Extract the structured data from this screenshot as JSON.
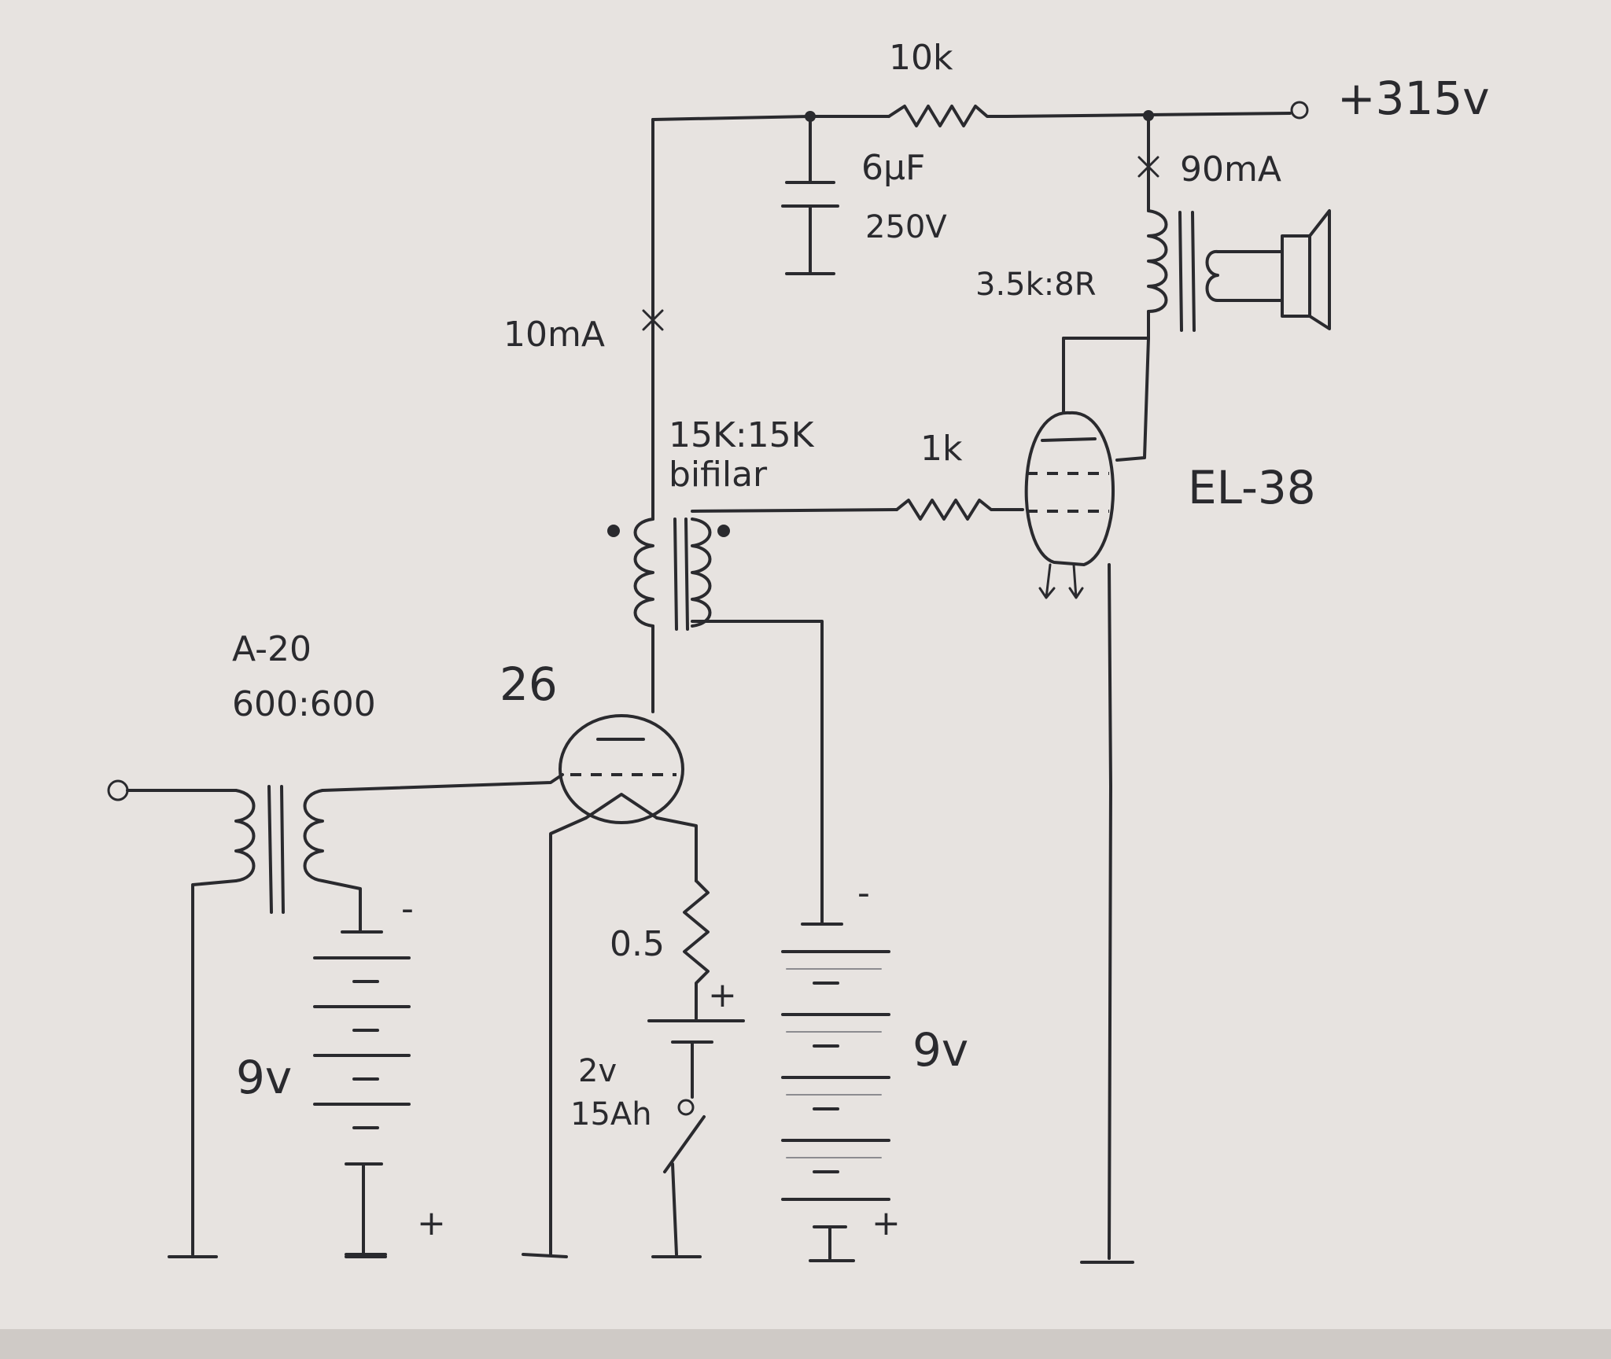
{
  "labels": {
    "r_10k": "10k",
    "supply": "+315v",
    "cap_value": "6µF",
    "cap_voltage": "250V",
    "anode_current": "90mA",
    "output_transformer": "3.5k:8R",
    "driver_current": "10mA",
    "interstage_ratio": "15K:15K",
    "interstage_type": "bifilar",
    "grid_resistor": "1k",
    "power_tube": "EL-38",
    "input_transformer": "A-20",
    "input_ratio": "600:600",
    "driver_tube": "26",
    "bias_battery_1": "9v",
    "rheostat": "0.5",
    "filament_battery_voltage": "2v",
    "filament_battery_capacity": "15Ah",
    "bias_battery_2": "9v",
    "minus": "-",
    "plus": "+"
  }
}
